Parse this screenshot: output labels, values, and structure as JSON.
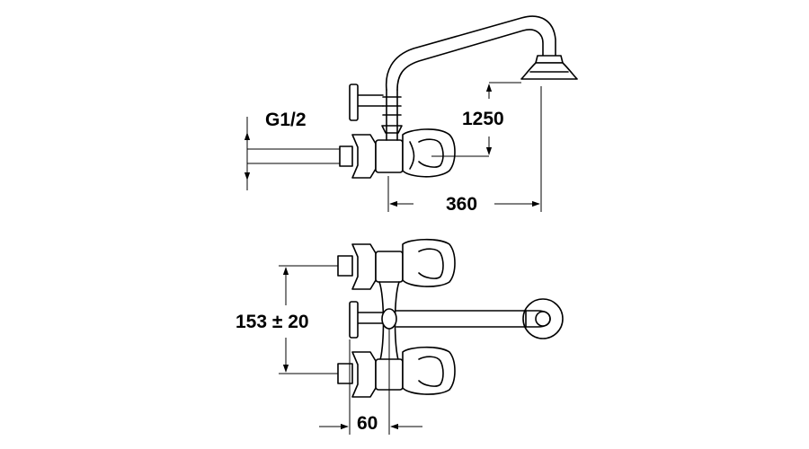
{
  "dimensions": {
    "thread": "G1/2",
    "spout_height": "1250",
    "spout_reach": "360",
    "center_distance": "153 ± 20",
    "wall_offset": "60"
  },
  "colors": {
    "line": "#000000",
    "background": "#ffffff"
  }
}
